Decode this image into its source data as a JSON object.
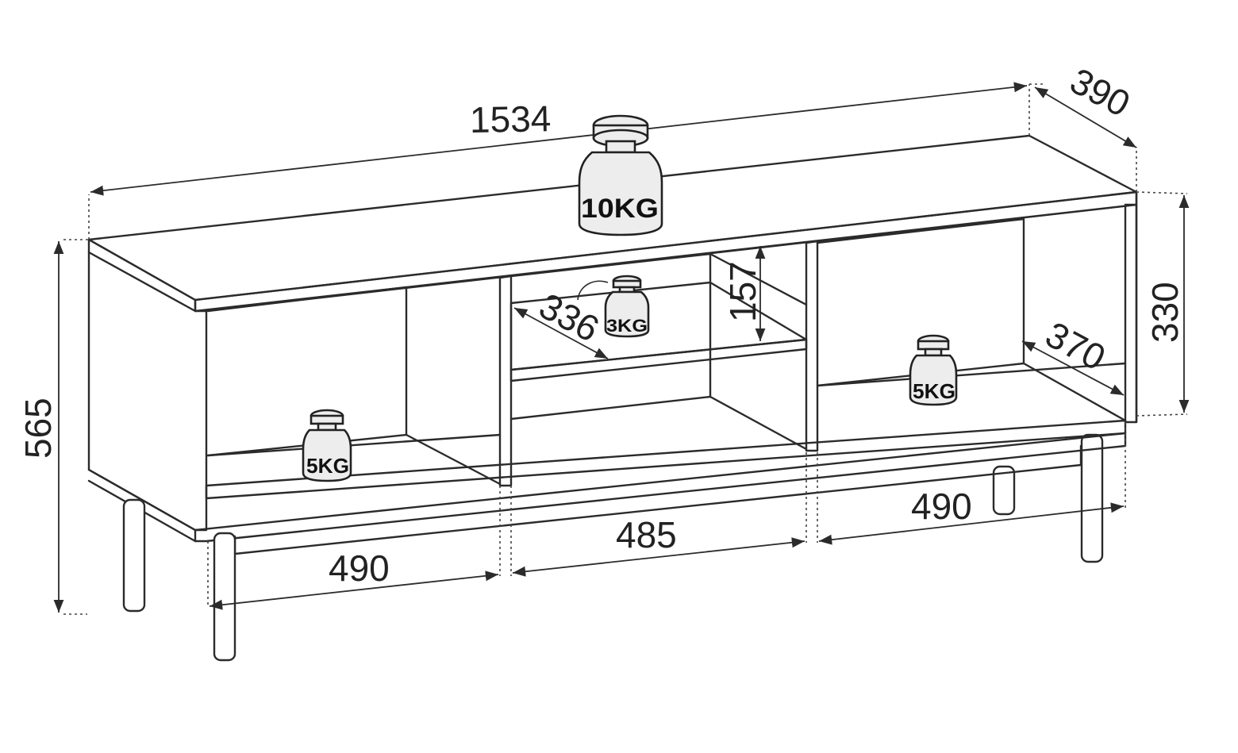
{
  "dimensions": {
    "total_width": "1534",
    "depth": "390",
    "total_height": "565",
    "compartment_height": "330",
    "inner_depth": "370",
    "shelf_depth": "336",
    "shelf_height": "157",
    "left_width": "490",
    "middle_width": "485",
    "right_width": "490"
  },
  "weights": {
    "top": "10KG",
    "middle_shelf": "3KG",
    "left_bottom": "5KG",
    "right_bottom": "5KG"
  }
}
